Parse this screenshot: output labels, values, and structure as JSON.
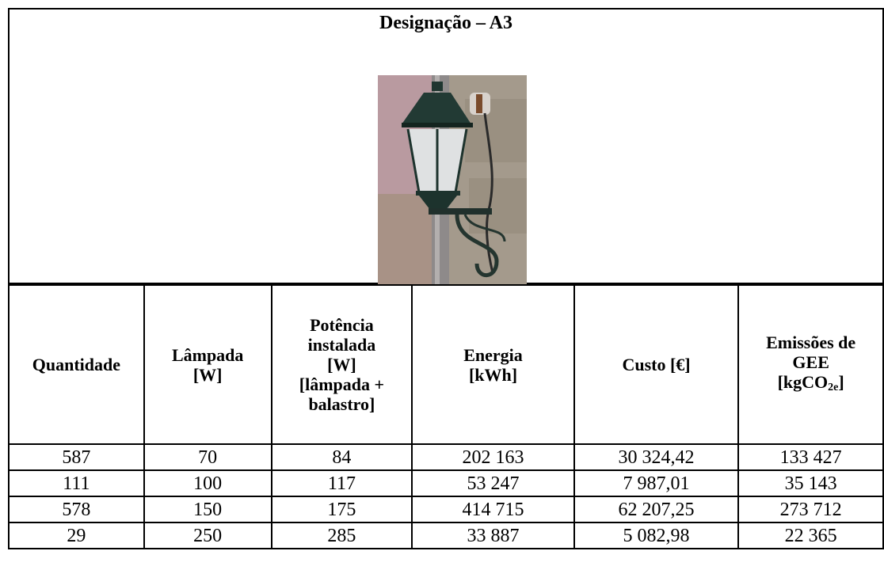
{
  "title": "Designação – A3",
  "photo": {
    "icon": "street-lamp-photo"
  },
  "headers": {
    "quantity": "Quantidade",
    "lamp_line1": "Lâmpada",
    "lamp_line2": "[W]",
    "power_line1": "Potência",
    "power_line2": "instalada",
    "power_line3": "[W]",
    "power_line4": "[lâmpada +",
    "power_line5": "balastro]",
    "energy_line1": "Energia",
    "energy_line2": "[kWh]",
    "cost": "Custo [€]",
    "emissions_line1": "Emissões de",
    "emissions_line2": "GEE",
    "emissions_unit_prefix": "[kgCO",
    "emissions_unit_sub": "2e",
    "emissions_unit_suffix": "]"
  },
  "rows": [
    {
      "quantity": "587",
      "lamp": "70",
      "power": "84",
      "energy": "202 163",
      "cost": "30 324,42",
      "emissions": "133 427"
    },
    {
      "quantity": "111",
      "lamp": "100",
      "power": "117",
      "energy": "53 247",
      "cost": "7 987,01",
      "emissions": "35 143"
    },
    {
      "quantity": "578",
      "lamp": "150",
      "power": "175",
      "energy": "414 715",
      "cost": "62 207,25",
      "emissions": "273 712"
    },
    {
      "quantity": "29",
      "lamp": "250",
      "power": "285",
      "energy": "33 887",
      "cost": "5 082,98",
      "emissions": "22 365"
    }
  ]
}
